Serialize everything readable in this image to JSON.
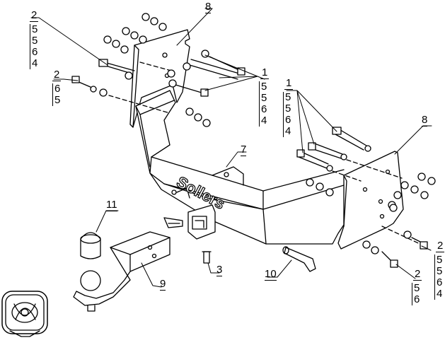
{
  "callouts": {
    "c1_left": "1",
    "c1_right": "1",
    "c2_top": "2",
    "c2_mid": "2",
    "c2_bottom": "2",
    "c2_right": "2",
    "c3": "3",
    "c5_left_a": "5",
    "c5_left_b": "5",
    "c4_left": "4",
    "c6_mid": "6",
    "c5_mid": "5",
    "c5_r1": "5",
    "c5_r2": "5",
    "c6_r": "6",
    "c4_r": "4",
    "c5_rt1": "5",
    "c5_rt2": "5",
    "c6_rt": "6",
    "c4_rt": "4",
    "c5_rb1": "5",
    "c6_rb": "6",
    "c5_br1": "5",
    "c5_br2": "5",
    "c6_br": "6",
    "c4_br": "4",
    "c7": "7",
    "c8_left": "8",
    "c8_right": "8",
    "c9": "9",
    "c10": "10",
    "c11": "11"
  },
  "brand": {
    "name": "Sollers"
  }
}
